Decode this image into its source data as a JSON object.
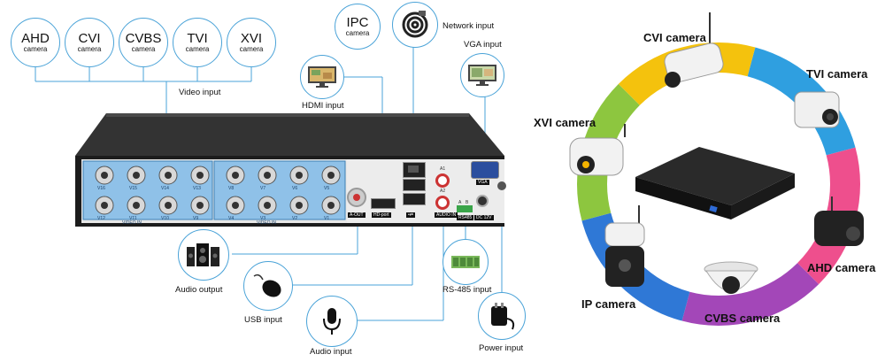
{
  "left_diagram": {
    "video_sources": [
      {
        "name": "AHD",
        "sub": "camera"
      },
      {
        "name": "CVI",
        "sub": "camera"
      },
      {
        "name": "CVBS",
        "sub": "camera"
      },
      {
        "name": "TVI",
        "sub": "camera"
      },
      {
        "name": "XVI",
        "sub": "camera"
      }
    ],
    "video_input_label": "Video input",
    "ipc": {
      "name": "IPC",
      "sub": "camera"
    },
    "network_input_label": "Network input",
    "hdmi_input_label": "HDMI input",
    "vga_input_label": "VGA input",
    "audio_output_label": "Audio output",
    "usb_input_label": "USB input",
    "audio_input_label": "Audio input",
    "rs485_input_label": "RS-485 input",
    "power_input_label": "Power input",
    "panel_labels": {
      "video_in": "VIDEO IN",
      "a_out": "A-OUT",
      "hd_port": "HD-port",
      "usb": "•⇄",
      "audio_in": "AUDIO IN",
      "rs485": "RS485",
      "dc12v": "DC 12V",
      "vga": "VGA",
      "a1": "A1",
      "a2": "A2",
      "a": "A",
      "b": "B"
    },
    "bnc_numbers_left": [
      "V16",
      "V15",
      "V14",
      "V13",
      "V12",
      "V11",
      "V10",
      "V9"
    ],
    "bnc_numbers_right": [
      "V8",
      "V7",
      "V6",
      "V5",
      "V4",
      "V3",
      "V2",
      "V1"
    ]
  },
  "right_diagram": {
    "cameras": [
      "CVI camera",
      "TVI camera",
      "XVI camera",
      "AHD camera",
      "IP camera",
      "CVBS camera"
    ],
    "ring_colors": [
      "#2f9fe0",
      "#ee4f8d",
      "#a347b8",
      "#2f78d6",
      "#8dc63f",
      "#f4c20d"
    ]
  },
  "colors": {
    "accent": "#4aa3d8",
    "panel_blue": "#8fc1e8"
  }
}
